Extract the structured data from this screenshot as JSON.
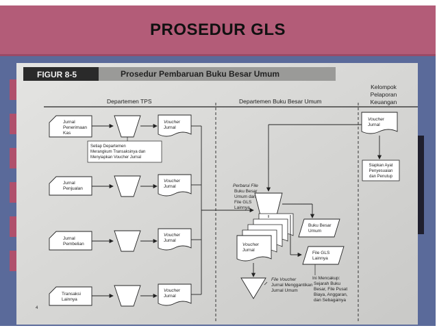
{
  "slide": {
    "title": "PROSEDUR GLS"
  },
  "figure": {
    "number": "FIGUR 8-5",
    "title": "Prosedur Pembaruan Buku Besar Umum",
    "columns": {
      "tps": "Departemen TPS",
      "gl": "Departemen Buku Besar Umum",
      "report": [
        "Kelompok",
        "Pelaporan",
        "Keuangan"
      ]
    },
    "sources": [
      [
        "Jurnal",
        "Penerimaan",
        "Kas"
      ],
      [
        "Jurnal",
        "Penjualan"
      ],
      [
        "Jurnal",
        "Pembelian"
      ],
      [
        "Transaksi",
        "Lainnya"
      ]
    ],
    "voucher": [
      "Voucher",
      "Jurnal"
    ],
    "note_tps": [
      "Setiap Departemen",
      "Merangkum Transaksinya dan",
      "Menyiapkan Voucher Jurnal"
    ],
    "update_note": [
      "Perbarui File",
      "Buku Besar",
      "Umum dan",
      "File GLS",
      "Lainnya"
    ],
    "ledger": [
      "Buku Besar",
      "Umum"
    ],
    "gls_file": [
      "File GLS",
      "Lainnya"
    ],
    "voucher_file_note": [
      "File Voucher",
      "Jurnal Menggantikan",
      "Jurnal Umum"
    ],
    "includes_note": [
      "Ini Mencakup:",
      "Sejarah Buku",
      "Besar, File Pusat",
      "Biaya, Anggaran,",
      "dan Sebagainya"
    ],
    "report_voucher": [
      "Voucher",
      "Jurnal"
    ],
    "adjust_note": [
      "Siapkan Ayat",
      "Penyesuaian",
      "dan Penutup"
    ],
    "page_number": "4"
  }
}
